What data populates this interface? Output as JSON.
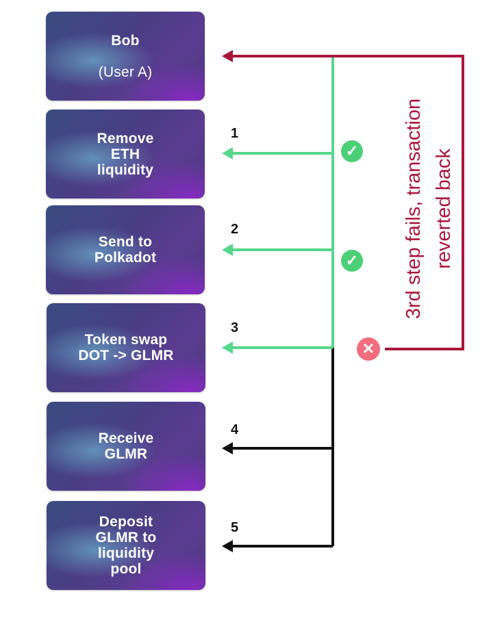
{
  "boxes": [
    {
      "line1": "Bob",
      "line2": "(User A)"
    },
    {
      "label": "Remove\nETH\nliquidity"
    },
    {
      "label": "Send to\nPolkadot"
    },
    {
      "label": "Token swap\nDOT -> GLMR"
    },
    {
      "label": "Receive\nGLMR"
    },
    {
      "label": "Deposit\nGLMR to\nliquidity\npool"
    }
  ],
  "steps": [
    "1",
    "2",
    "3",
    "4",
    "5"
  ],
  "failure_note": "3rd step fails, transaction\nreverted back",
  "colors": {
    "success": "#55d88a",
    "pending": "#111111",
    "revert": "#a8163a",
    "fail_icon": "#f26d7d"
  },
  "icons": {
    "step1_status": "check-circle-icon",
    "step2_status": "check-circle-icon",
    "step3_status": "x-circle-icon"
  }
}
